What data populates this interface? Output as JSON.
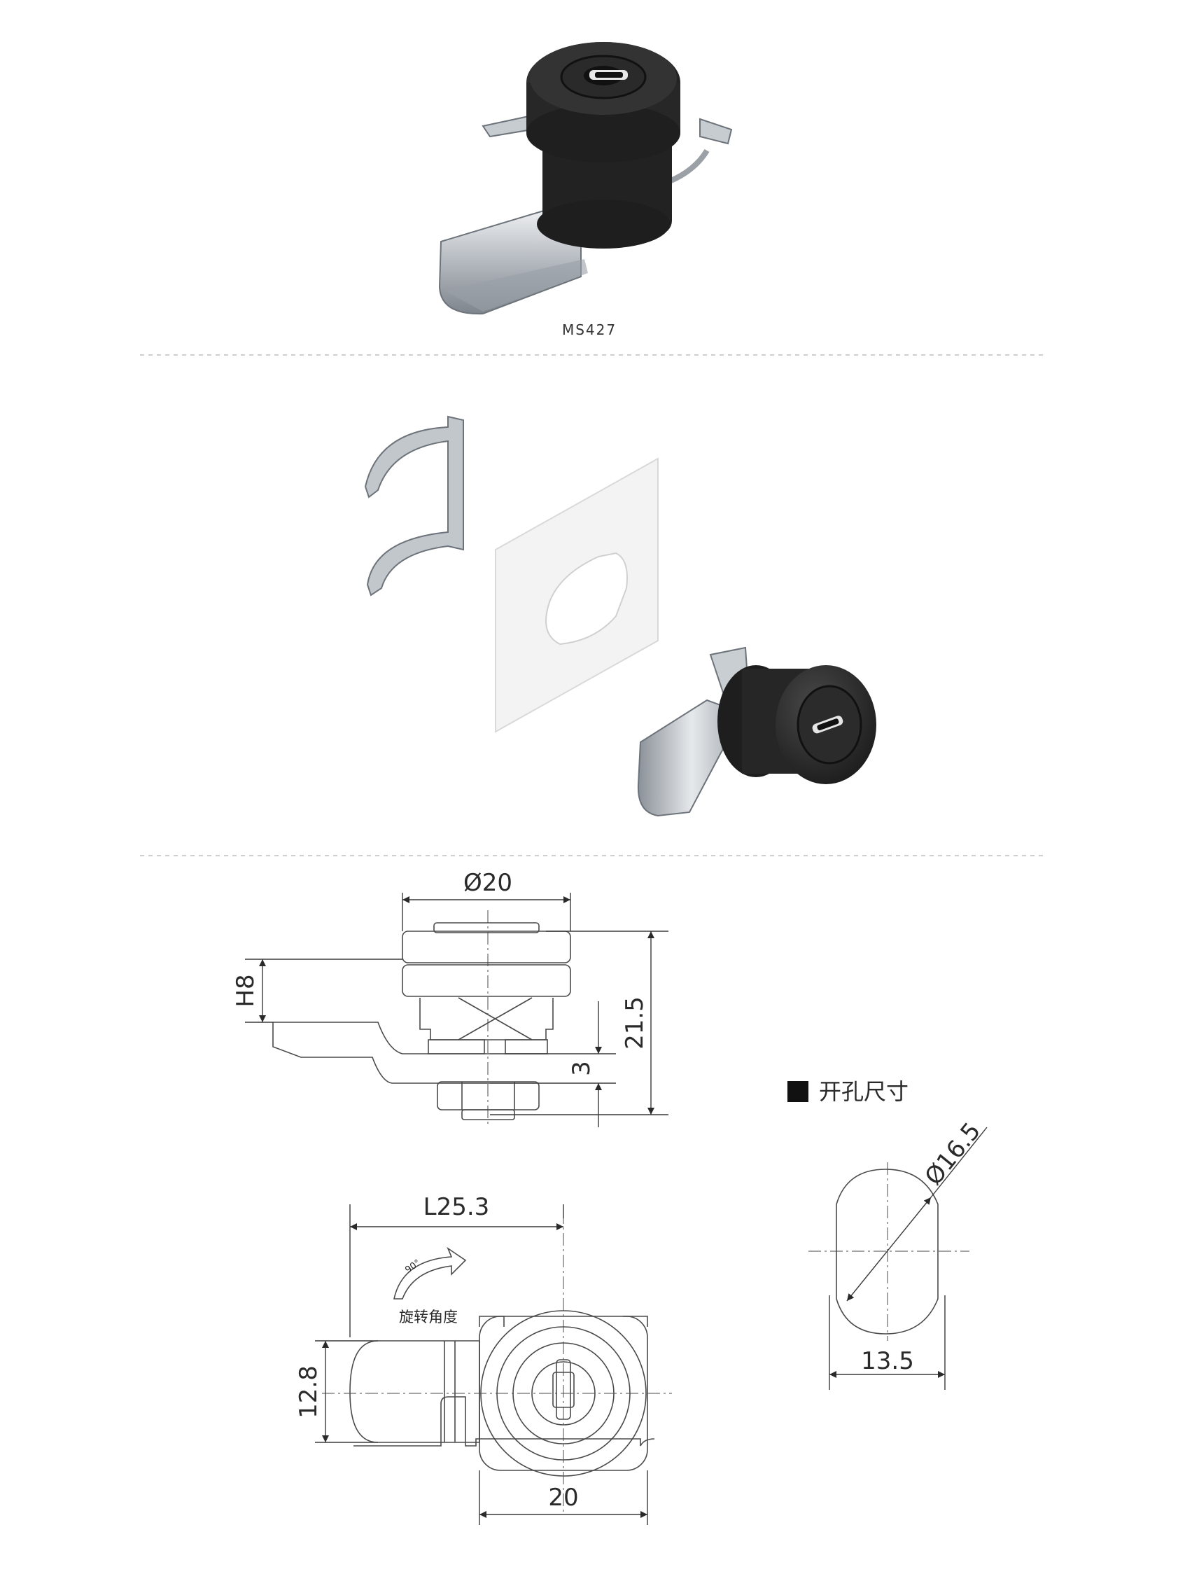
{
  "product": {
    "model": "MS427"
  },
  "dimensions": {
    "body_diameter": "Ø20",
    "height_h": "H8",
    "total_height": "21.5",
    "cam_thickness": "3",
    "length": "L25.3",
    "cam_width": "12.8",
    "bottom_width": "20"
  },
  "rotation": {
    "angle": "90°",
    "label": "旋转角度"
  },
  "cutout": {
    "title": "开孔尺寸",
    "diameter": "Ø16.5",
    "width": "13.5"
  },
  "colors": {
    "line": "#4a4a4a",
    "dim": "#2a2a2a",
    "lock_body": "#2b2b2b",
    "metal": "#b9bec4",
    "divider": "#c8c8c8"
  }
}
